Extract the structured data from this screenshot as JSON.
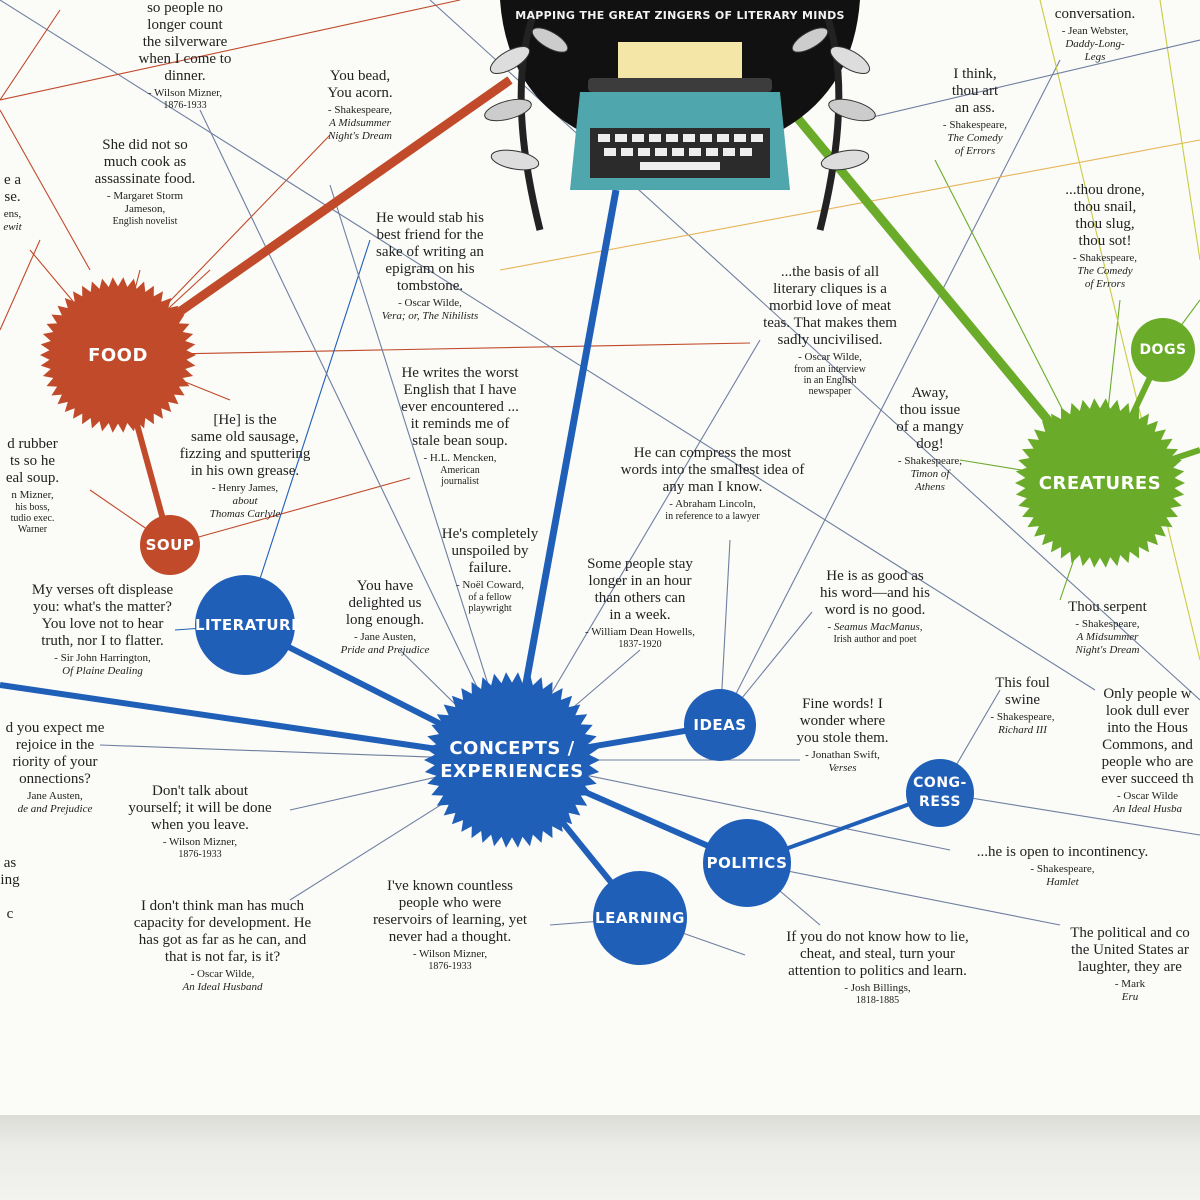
{
  "poster": {
    "subtitle": "MAPPING THE GREAT ZINGERS OF LITERARY MINDS",
    "colors": {
      "food": "#c04a2a",
      "blue": "#1f5fb8",
      "green": "#6aab2a",
      "wire_gray": "#6f7fa0",
      "wire_orange": "#e8b45a",
      "wire_yellow": "#c8cc44"
    },
    "icons": [
      "typewriter-icon",
      "laurel-left-icon",
      "laurel-right-icon"
    ]
  },
  "nodes": {
    "food": "FOOD",
    "soup": "SOUP",
    "literature": "LITERATURE",
    "concepts": "CONCEPTS /\nEXPERIENCES",
    "ideas": "IDEAS",
    "congress": "CONG-\nRESS",
    "politics": "POLITICS",
    "learning": "LEARNING",
    "creatures": "CREATURES",
    "dogs": "DOGS"
  },
  "quotes": [
    {
      "id": "silverware",
      "text": "so people no\nlonger count\nthe silverware\nwhen I come to\ndinner.",
      "author": "- Wilson Mizner,",
      "detail": "1876-1933"
    },
    {
      "id": "bead",
      "text": "You bead,\nYou acorn.",
      "author": "- Shakespeare,",
      "work": "A Midsummer\nNight's Dream"
    },
    {
      "id": "cook",
      "text": "She did not so\nmuch cook as\nassassinate food.",
      "author": "- Margaret Storm\nJameson,",
      "detail": "English novelist"
    },
    {
      "id": "stab",
      "text": "He would stab his\nbest friend for the\nsake of writing an\nepigram on his\ntombstone.",
      "author": "- Oscar Wilde,",
      "work": "Vera; or, The Nihilists"
    },
    {
      "id": "worst",
      "text": "He writes the worst\nEnglish that I have\never encountered ...\nit reminds me of\nstale bean soup.",
      "author": "- H.L. Mencken,",
      "detail": "American\njournalist"
    },
    {
      "id": "sausage",
      "text": "[He] is the\nsame old sausage,\nfizzing and sputtering\nin his own grease.",
      "author": "- Henry James,",
      "work": "about\nThomas Carlyle"
    },
    {
      "id": "rubber",
      "text": "d rubber\nts so he\neal soup.",
      "author": "n Mizner,",
      "detail": "his boss,\ntudio exec.\nWarner"
    },
    {
      "id": "ease",
      "text": "e a\nse.",
      "author": "ens,",
      "work": "ewit"
    },
    {
      "id": "verses",
      "text": "My verses oft displease\nyou: what's the matter?\nYou love not to hear\ntruth, nor I to flatter.",
      "author": "- Sir John Harrington,",
      "work": "Of Plaine Dealing"
    },
    {
      "id": "spoiled",
      "text": "He's completely\nunspoiled by\nfailure.",
      "author": "- Noël Coward,",
      "detail": "of a fellow\nplaywright"
    },
    {
      "id": "delighted",
      "text": "You have\ndelighted us\nlong enough.",
      "author": "- Jane Austen,",
      "work": "Pride and Prejudice"
    },
    {
      "id": "expect",
      "text": "d you expect me\nrejoice in the\nriority of your\nonnections?",
      "author": "Jane Austen,",
      "work": "de and Prejudice"
    },
    {
      "id": "yourself",
      "text": "Don't talk about\nyourself; it will be done\nwhen you leave.",
      "author": "- Wilson Mizner,",
      "detail": "1876-1933"
    },
    {
      "id": "asing",
      "text": "as\ning\n\nc",
      "author": ""
    },
    {
      "id": "capacity",
      "text": "I don't think man has much\ncapacity for development. He\nhas got as far as he can, and\nthat is not far, is it?",
      "author": "- Oscar Wilde,",
      "work": "An Ideal Husband"
    },
    {
      "id": "reservoirs",
      "text": "I've known countless\npeople who were\nreservoirs of learning, yet\nnever had a thought.",
      "author": "- Wilson Mizner,",
      "detail": "1876-1933"
    },
    {
      "id": "hour",
      "text": "Some people stay\nlonger in an hour\nthan others can\nin a week.",
      "author": "- William Dean Howells,",
      "detail": "1837-1920"
    },
    {
      "id": "compress",
      "text": "He can compress the most\nwords into the smallest idea of\nany man I know.",
      "author": "- Abraham Lincoln,",
      "detail": "in reference to a lawyer"
    },
    {
      "id": "cliques",
      "text": "...the basis of all\nliterary cliques is a\nmorbid love of meat\nteas. That makes them\nsadly uncivilised.",
      "author": "- Oscar Wilde,",
      "detail": "from an interview\nin an English\nnewspaper"
    },
    {
      "id": "asass",
      "text": "I think,\nthou art\nan ass.",
      "author": "- Shakespeare,",
      "work": "The Comedy\nof Errors"
    },
    {
      "id": "webster",
      "text": "conversation.",
      "author": "- Jean Webster,",
      "work": "Daddy-Long-\nLegs"
    },
    {
      "id": "drone",
      "text": "...thou drone,\nthou snail,\nthou slug,\nthou sot!",
      "author": "- Shakespeare,",
      "work": "The Comedy\nof Errors"
    },
    {
      "id": "mangy",
      "text": "Away,\nthou issue\nof a mangy\ndog!",
      "author": "- Shakespeare,",
      "work": "Timon of\nAthens"
    },
    {
      "id": "goodword",
      "text": "He is as good as\nhis word—and his\nword is no good.",
      "author": "- Seamus MacManus,",
      "detail": "Irish author and poet",
      "authorItalic": true
    },
    {
      "id": "serpent",
      "text": "Thou serpent",
      "author": "- Shakespeare,",
      "work": "A Midsummer\nNight's Dream"
    },
    {
      "id": "swine",
      "text": "This foul\nswine",
      "author": "- Shakespeare,",
      "work": "Richard III"
    },
    {
      "id": "finewords",
      "text": "Fine words! I\nwonder where\nyou stole them.",
      "author": "- Jonathan Swift,",
      "work": "Verses"
    },
    {
      "id": "dullever",
      "text": "Only people w\nlook dull ever\ninto the Hous\nCommons, and\npeople who are\never succeed th",
      "author": "- Oscar Wilde",
      "work": "An Ideal Husba"
    },
    {
      "id": "incontinency",
      "text": "...he is open to incontinency.",
      "author": "- Shakespeare,",
      "work": "Hamlet"
    },
    {
      "id": "lie",
      "text": "If you do not know how to lie,\ncheat, and steal, turn your\nattention to politics and learn.",
      "author": "- Josh Billings,",
      "detail": "1818-1885"
    },
    {
      "id": "political",
      "text": "The political and co\nthe United States ar\nlaughter, they are",
      "author": "- Mark",
      "work": "Eru"
    }
  ]
}
